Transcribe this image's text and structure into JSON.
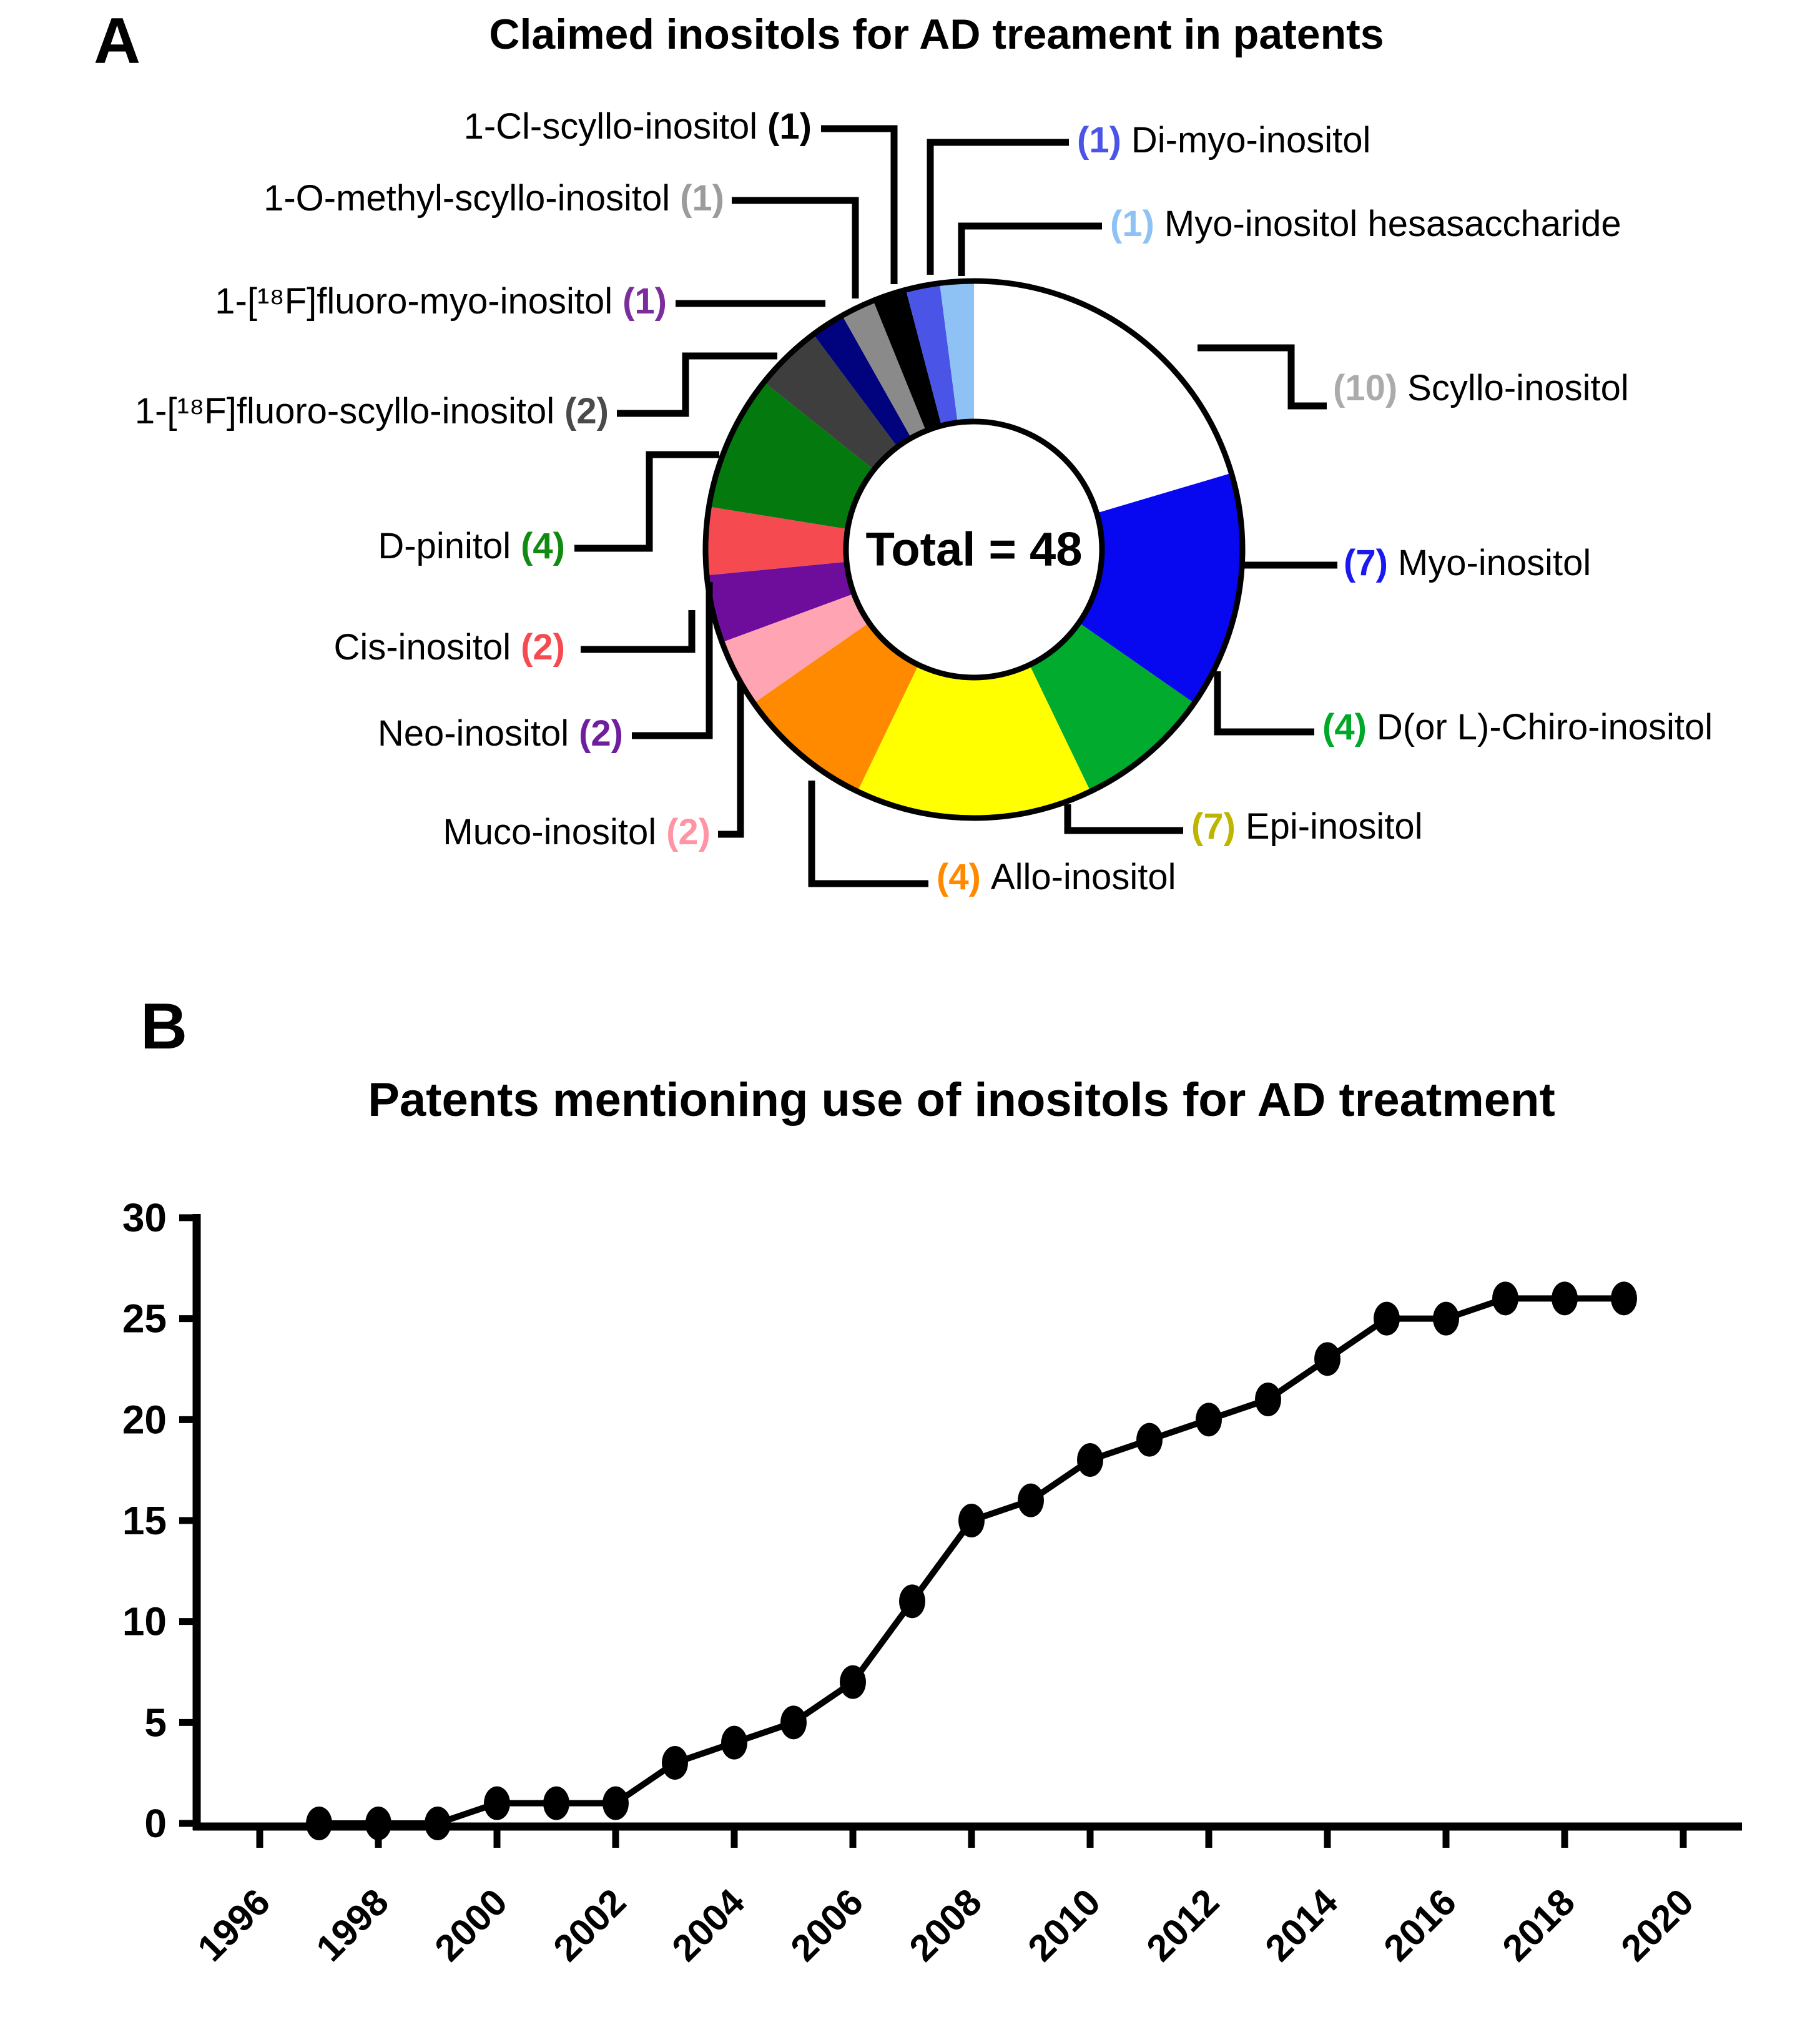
{
  "panel_a": {
    "letter": "A",
    "title": "Claimed inositols for AD treament in patents",
    "center_label": "Total = 48"
  },
  "panel_b": {
    "letter": "B",
    "title": "Patents mentioning use of inositols for AD treatment"
  },
  "chart_data": [
    {
      "type": "pie",
      "title": "Claimed inositols for AD treament in patents",
      "center_label": "Total = 48",
      "total_shown": 48,
      "legend_position": "around-donut",
      "slices": [
        {
          "name": "Scyllo-inositol",
          "count_label": "(10)",
          "value": 10,
          "color": "#FFFFFF",
          "count_color": "#ABABAB"
        },
        {
          "name": "Myo-inositol",
          "count_label": "(7)",
          "value": 7,
          "color": "#0808F0",
          "count_color": "#1A1AF0"
        },
        {
          "name": "D(or L)-Chiro-inositol",
          "count_label": "(4)",
          "value": 4,
          "color": "#00AB2D",
          "count_color": "#00A82A"
        },
        {
          "name": "Epi-inositol",
          "count_label": "(7)",
          "value": 7,
          "color": "#FFFF00",
          "count_color": "#BDB500"
        },
        {
          "name": "Allo-inositol",
          "count_label": "(4)",
          "value": 4,
          "color": "#FF8A00",
          "count_color": "#FF8A00"
        },
        {
          "name": "Muco-inositol",
          "count_label": "(2)",
          "value": 2,
          "color": "#FFA4B2",
          "count_color": "#FF94A4"
        },
        {
          "name": "Neo-inositol",
          "count_label": "(2)",
          "value": 2,
          "color": "#6E0D9B",
          "count_color": "#6E1F9E"
        },
        {
          "name": "Cis-inositol",
          "count_label": "(2)",
          "value": 2,
          "color": "#F54A50",
          "count_color": "#F54A50"
        },
        {
          "name": "D-pinitol",
          "count_label": "(4)",
          "value": 4,
          "color": "#04790E",
          "count_color": "#108A10"
        },
        {
          "name": "1-[¹⁸F]fluoro-scyllo-inositol",
          "count_label": "(2)",
          "value": 2,
          "color": "#3E3E3E",
          "count_color": "#4A4A4A"
        },
        {
          "name": "1-[¹⁸F]fluoro-myo-inositol",
          "count_label": "(1)",
          "value": 1,
          "color": "#00027E",
          "count_color": "#7B2D9B"
        },
        {
          "name": "1-O-methyl-scyllo-inositol",
          "count_label": "(1)",
          "value": 1,
          "color": "#8A8A8A",
          "count_color": "#9C9C9C"
        },
        {
          "name": "1-Cl-scyllo-inositol",
          "count_label": "(1)",
          "value": 1,
          "color": "#000000",
          "count_color": "#000000"
        },
        {
          "name": "Di-myo-inositol",
          "count_label": "(1)",
          "value": 1,
          "color": "#4A55E8",
          "count_color": "#4A55E8"
        },
        {
          "name": "Myo-inositol hesasaccharide",
          "count_label": "(1)",
          "value": 1,
          "color": "#8FC2F4",
          "count_color": "#8FC2F4"
        }
      ]
    },
    {
      "type": "line",
      "title": "Patents mentioning use of inositols for AD treatment",
      "x": [
        1997,
        1998,
        1999,
        2000,
        2001,
        2002,
        2003,
        2004,
        2005,
        2006,
        2007,
        2008,
        2009,
        2010,
        2011,
        2012,
        2013,
        2014,
        2015,
        2016,
        2017,
        2018,
        2019
      ],
      "y": [
        0,
        0,
        0,
        1,
        1,
        1,
        3,
        4,
        5,
        7,
        11,
        15,
        16,
        18,
        19,
        20,
        21,
        23,
        25,
        25,
        26,
        26,
        26
      ],
      "xticks": [
        1996,
        1998,
        2000,
        2002,
        2004,
        2006,
        2008,
        2010,
        2012,
        2014,
        2016,
        2018,
        2020
      ],
      "yticks": [
        0,
        5,
        10,
        15,
        20,
        25,
        30
      ],
      "xlabel": "",
      "ylabel": "",
      "xlim": [
        1995,
        2021
      ],
      "ylim": [
        0,
        30
      ],
      "grid": false,
      "line_color": "#000000",
      "marker": "filled-circle"
    }
  ]
}
